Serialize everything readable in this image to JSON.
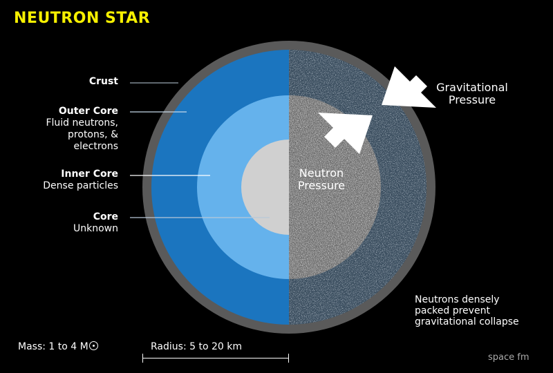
{
  "title": "NEUTRON STAR",
  "layers": [
    {
      "name": "Crust",
      "desc": []
    },
    {
      "name": "Outer Core",
      "desc": [
        "Fluid neutrons,",
        "protons, &",
        "electrons"
      ]
    },
    {
      "name": "Inner Core",
      "desc": [
        "Dense particles"
      ]
    },
    {
      "name": "Core",
      "desc": [
        "Unknown"
      ]
    }
  ],
  "arrows": {
    "gravitational": [
      "Gravitational",
      "Pressure"
    ],
    "neutron": [
      "Neutron",
      "Pressure"
    ]
  },
  "note": [
    "Neutrons densely",
    "packed prevent",
    "gravitational collapse"
  ],
  "mass": {
    "label": "Mass:",
    "value": "1 to 4 M"
  },
  "radius": {
    "label": "Radius:",
    "value": "5 to 20 km"
  },
  "logo": "space fm",
  "colors": {
    "title": "#f7f000",
    "crust_ring": "#5a5a5a",
    "outer_core": "#1b75bf",
    "inner_core": "#65b2ec",
    "core": "#d0d0d0",
    "texture_outer": "#3c4f60",
    "texture_inner": "#6e6e6e"
  }
}
